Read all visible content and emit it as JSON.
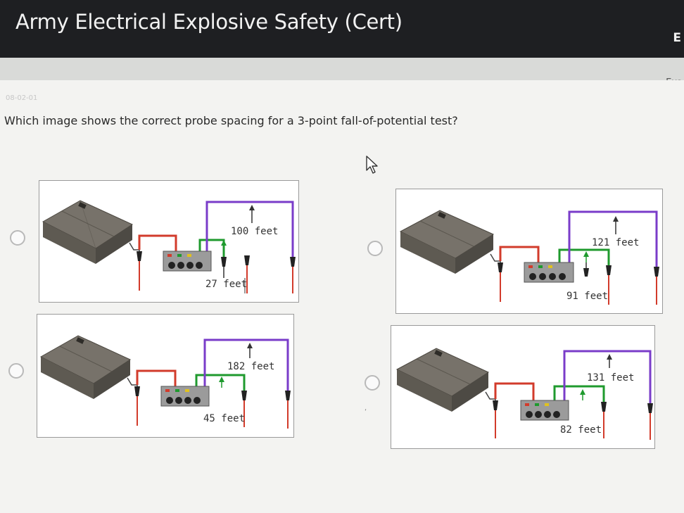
{
  "header": {
    "title": "Army Electrical Explosive Safety (Cert)",
    "right_fragment": "E"
  },
  "subheader": {
    "exam_label": "Exa"
  },
  "question": {
    "id": "08-02-01",
    "text": "Which image shows the correct probe spacing for a 3-point fall-of-potential test?"
  },
  "options": [
    {
      "outer_label": "100 feet",
      "inner_label": "27 feet",
      "selected": false
    },
    {
      "outer_label": "121 feet",
      "inner_label": "91 feet",
      "selected": false
    },
    {
      "outer_label": "182 feet",
      "inner_label": "45 feet",
      "selected": false
    },
    {
      "outer_label": "131 feet",
      "inner_label": "82 feet",
      "selected": false
    }
  ],
  "stray_mark": "‘",
  "colors": {
    "wire_red": "#d23b2b",
    "wire_green": "#1f9a2e",
    "wire_purple": "#7a3cc9",
    "building": "#6f6a60",
    "header_bg": "#1e1f22"
  }
}
